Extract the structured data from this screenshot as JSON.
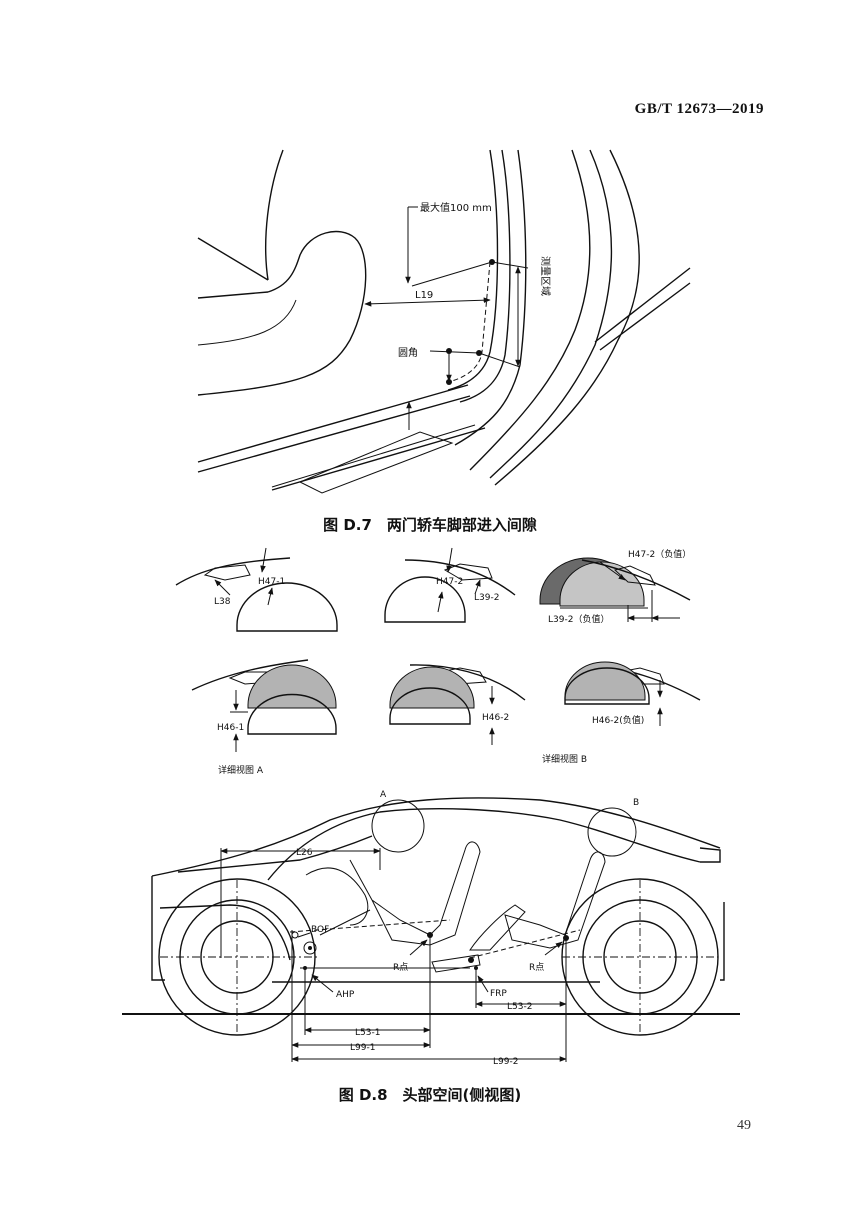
{
  "header": {
    "standard": "GB/T 12673—2019"
  },
  "figure_d7": {
    "caption": "图 D.7　两门轿车脚部进入间隙",
    "labels": {
      "max_value": "最大值100 mm",
      "l19": "L19",
      "measure_zone": "测量区域",
      "round_corner": "圆角"
    }
  },
  "detail_views": {
    "labels": {
      "h47_1": "H47-1",
      "l38": "L38",
      "h47_2": "H47-2",
      "l39_2": "L39-2",
      "h47_2_neg": "H47-2（负值）",
      "l39_2_neg": "L39-2（负值）",
      "h46_1": "H46-1",
      "h46_2": "H46-2",
      "h46_2_neg": "H46-2(负值)",
      "detail_a": "详细视图 A",
      "detail_b": "详细视图 B"
    }
  },
  "figure_d8": {
    "caption": "图 D.8　头部空间(侧视图)",
    "labels": {
      "a": "A",
      "b": "B",
      "l26": "L26",
      "bof": "BOF",
      "ahp": "AHP",
      "frp": "FRP",
      "r_point_1": "R点",
      "r_point_2": "R点",
      "l53_1": "L53-1",
      "l53_2": "L53-2",
      "l99_1": "L99-1",
      "l99_2": "L99-2"
    }
  },
  "page_number": "49"
}
